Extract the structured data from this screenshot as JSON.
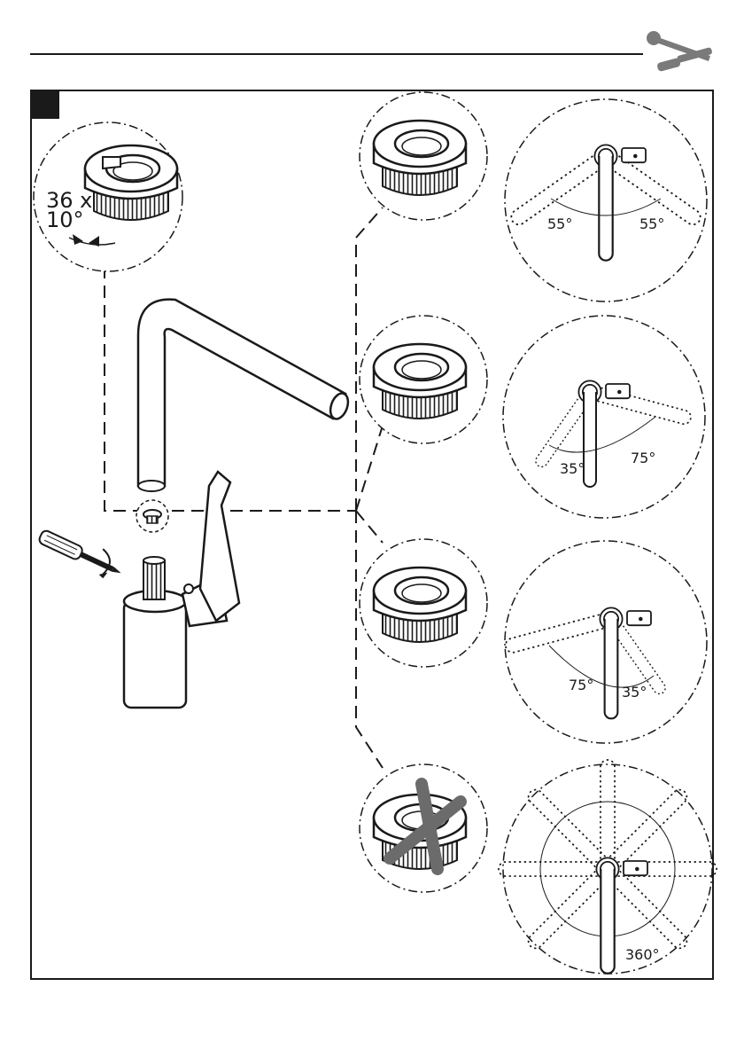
{
  "header": {
    "tool_icon": "wrench-screwdriver-icon"
  },
  "panel": {
    "badge_icon": "black-square-badge"
  },
  "ring_callout": {
    "line1": "36 x",
    "line2": "10°"
  },
  "stops": [
    {
      "id": "symmetric",
      "left": "55°",
      "right": "55°"
    },
    {
      "id": "right-biased",
      "left": "35°",
      "right": "75°"
    },
    {
      "id": "left-biased",
      "left": "75°",
      "right": "35°"
    },
    {
      "id": "no-ring",
      "full": "360°"
    }
  ],
  "colors": {
    "ink": "#1a1a1a",
    "paper": "#ffffff",
    "cross": "#6b6b6b"
  }
}
